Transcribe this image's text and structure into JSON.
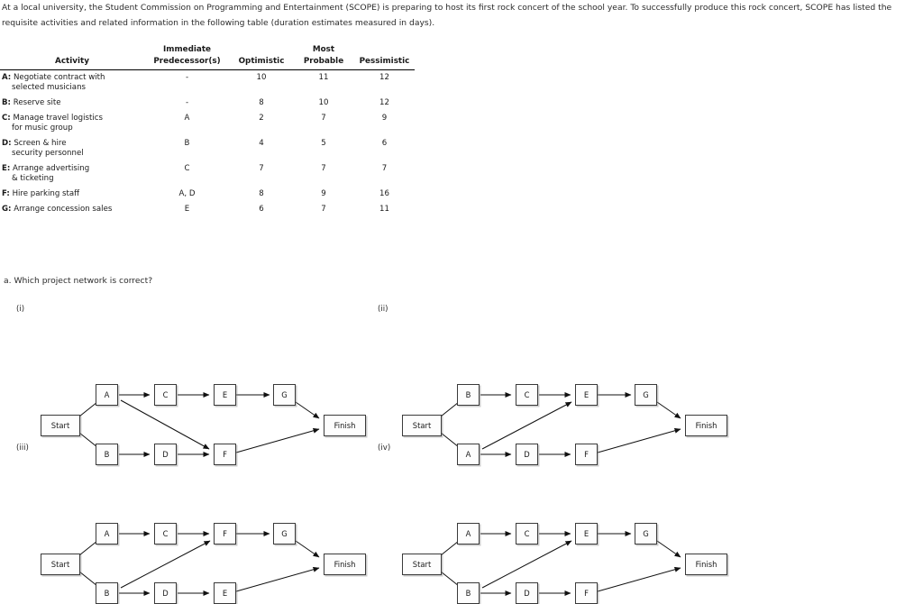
{
  "intro": {
    "paragraph": "At a local university, the Student Commission on Programming and Entertainment (SCOPE) is preparing to host its first rock concert of the school year. To successfully produce this rock concert, SCOPE has listed the requisite activities and related information in the following table (duration estimates measured in days)."
  },
  "table": {
    "headers_top": [
      "",
      "Immediate",
      "",
      "Most",
      ""
    ],
    "headers_bottom": [
      "Activity",
      "Predecessor(s)",
      "Optimistic",
      "Probable",
      "Pessimistic"
    ],
    "rows": [
      {
        "code": "A:",
        "name": "Negotiate contract with",
        "name2": "selected musicians",
        "predecessors": "-",
        "optimistic": "10",
        "probable": "11",
        "pessimistic": "12"
      },
      {
        "code": "B:",
        "name": "Reserve site",
        "name2": "",
        "predecessors": "-",
        "optimistic": "8",
        "probable": "10",
        "pessimistic": "12"
      },
      {
        "code": "C:",
        "name": "Manage travel logistics",
        "name2": "for music group",
        "predecessors": "A",
        "optimistic": "2",
        "probable": "7",
        "pessimistic": "9"
      },
      {
        "code": "D:",
        "name": "Screen & hire",
        "name2": "security personnel",
        "predecessors": "B",
        "optimistic": "4",
        "probable": "5",
        "pessimistic": "6"
      },
      {
        "code": "E:",
        "name": "Arrange advertising",
        "name2": "& ticketing",
        "predecessors": "C",
        "optimistic": "7",
        "probable": "7",
        "pessimistic": "7"
      },
      {
        "code": "F:",
        "name": "Hire parking staff",
        "name2": "",
        "predecessors": "A, D",
        "optimistic": "8",
        "probable": "9",
        "pessimistic": "16"
      },
      {
        "code": "G:",
        "name": "Arrange concession sales",
        "name2": "",
        "predecessors": "E",
        "optimistic": "6",
        "probable": "7",
        "pessimistic": "11"
      }
    ]
  },
  "question": {
    "text": "a. Which project network is correct?"
  },
  "options": [
    {
      "label": "(i)",
      "nodes": {
        "start": "Start",
        "finish": "Finish",
        "top1": "A",
        "top2": "C",
        "top3": "E",
        "top4": "G",
        "bot1": "B",
        "bot2": "D",
        "bot3": "F"
      },
      "edges": "Start->A, Start->B, A->C, A->F, C->E, E->G, G->Finish, B->D, D->F, F->Finish"
    },
    {
      "label": "(ii)",
      "nodes": {
        "start": "Start",
        "finish": "Finish",
        "top1": "B",
        "top2": "C",
        "top3": "E",
        "top4": "G",
        "bot1": "A",
        "bot2": "D",
        "bot3": "F"
      },
      "edges": "Start->B, Start->A, B->C, C->E, A->E, A->D, D->F, E->G, G->Finish, F->Finish"
    },
    {
      "label": "(iii)",
      "nodes": {
        "start": "Start",
        "finish": "Finish",
        "top1": "A",
        "top2": "C",
        "top3": "F",
        "top4": "G",
        "bot1": "B",
        "bot2": "D",
        "bot3": "E"
      },
      "edges": "Start->A, Start->B, A->C, C->F, B->F, B->D, D->E, F->G, G->Finish, E->Finish"
    },
    {
      "label": "(iv)",
      "nodes": {
        "start": "Start",
        "finish": "Finish",
        "top1": "A",
        "top2": "C",
        "top3": "E",
        "top4": "G",
        "bot1": "B",
        "bot2": "D",
        "bot3": "F"
      },
      "edges": "Start->A, Start->B, A->C, C->E, B->E, B->D, D->F, E->G, G->Finish, F->Finish"
    }
  ]
}
